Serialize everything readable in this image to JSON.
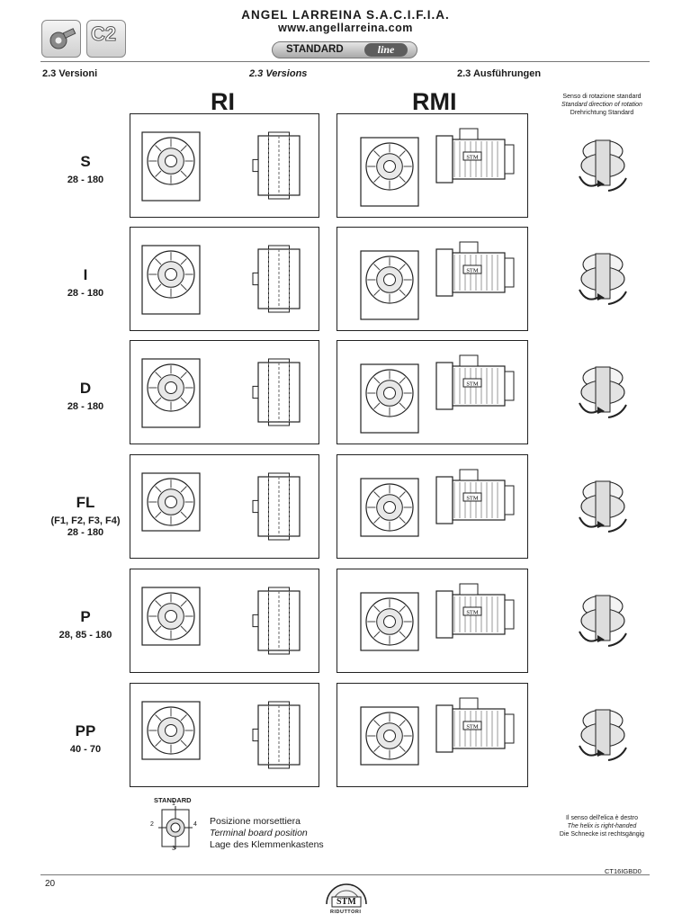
{
  "header": {
    "company": "ANGEL LARREINA S.A.C.I.F.I.A.",
    "website": "www.angellarreina.com",
    "series_label": "STANDARD",
    "series_badge": "line",
    "logo_c2_text": "C2"
  },
  "sections": [
    {
      "label": "2.3   Versioni"
    },
    {
      "label": "2.3   Versions"
    },
    {
      "label": "2.3   Ausführungen"
    }
  ],
  "columns": {
    "ri": "RI",
    "rmi": "RMI"
  },
  "rotation_note": {
    "it": "Senso di rotazione standard",
    "en": "Standard direction of rotation",
    "de": "Drehrichtung Standard"
  },
  "rows": [
    {
      "code": "S",
      "range": "28 - 180",
      "sub": ""
    },
    {
      "code": "I",
      "range": "28 - 180",
      "sub": ""
    },
    {
      "code": "D",
      "range": "28 - 180",
      "sub": ""
    },
    {
      "code": "FL",
      "range": "28 - 180",
      "sub": "(F1, F2, F3, F4)"
    },
    {
      "code": "P",
      "range": "28,  85 - 180",
      "sub": ""
    },
    {
      "code": "PP",
      "range": "40 - 70",
      "sub": ""
    }
  ],
  "motor_plate": "STM",
  "terminal": {
    "standard_label": "STANDARD",
    "positions": [
      "1",
      "2",
      "3",
      "4"
    ],
    "it": "Posizione morsettiera",
    "en": "Terminal board position",
    "de": "Lage des Klemmenkastens"
  },
  "helix_note": {
    "it": "Il senso dell'elica è destro",
    "en": "The helix is right-handed",
    "de": "Die Schnecke ist rechtsgängig"
  },
  "footer": {
    "doc_code": "CT16IGBD0",
    "page_number": "20",
    "brand": "STM",
    "brand_sub": "RIDUTTORI"
  }
}
